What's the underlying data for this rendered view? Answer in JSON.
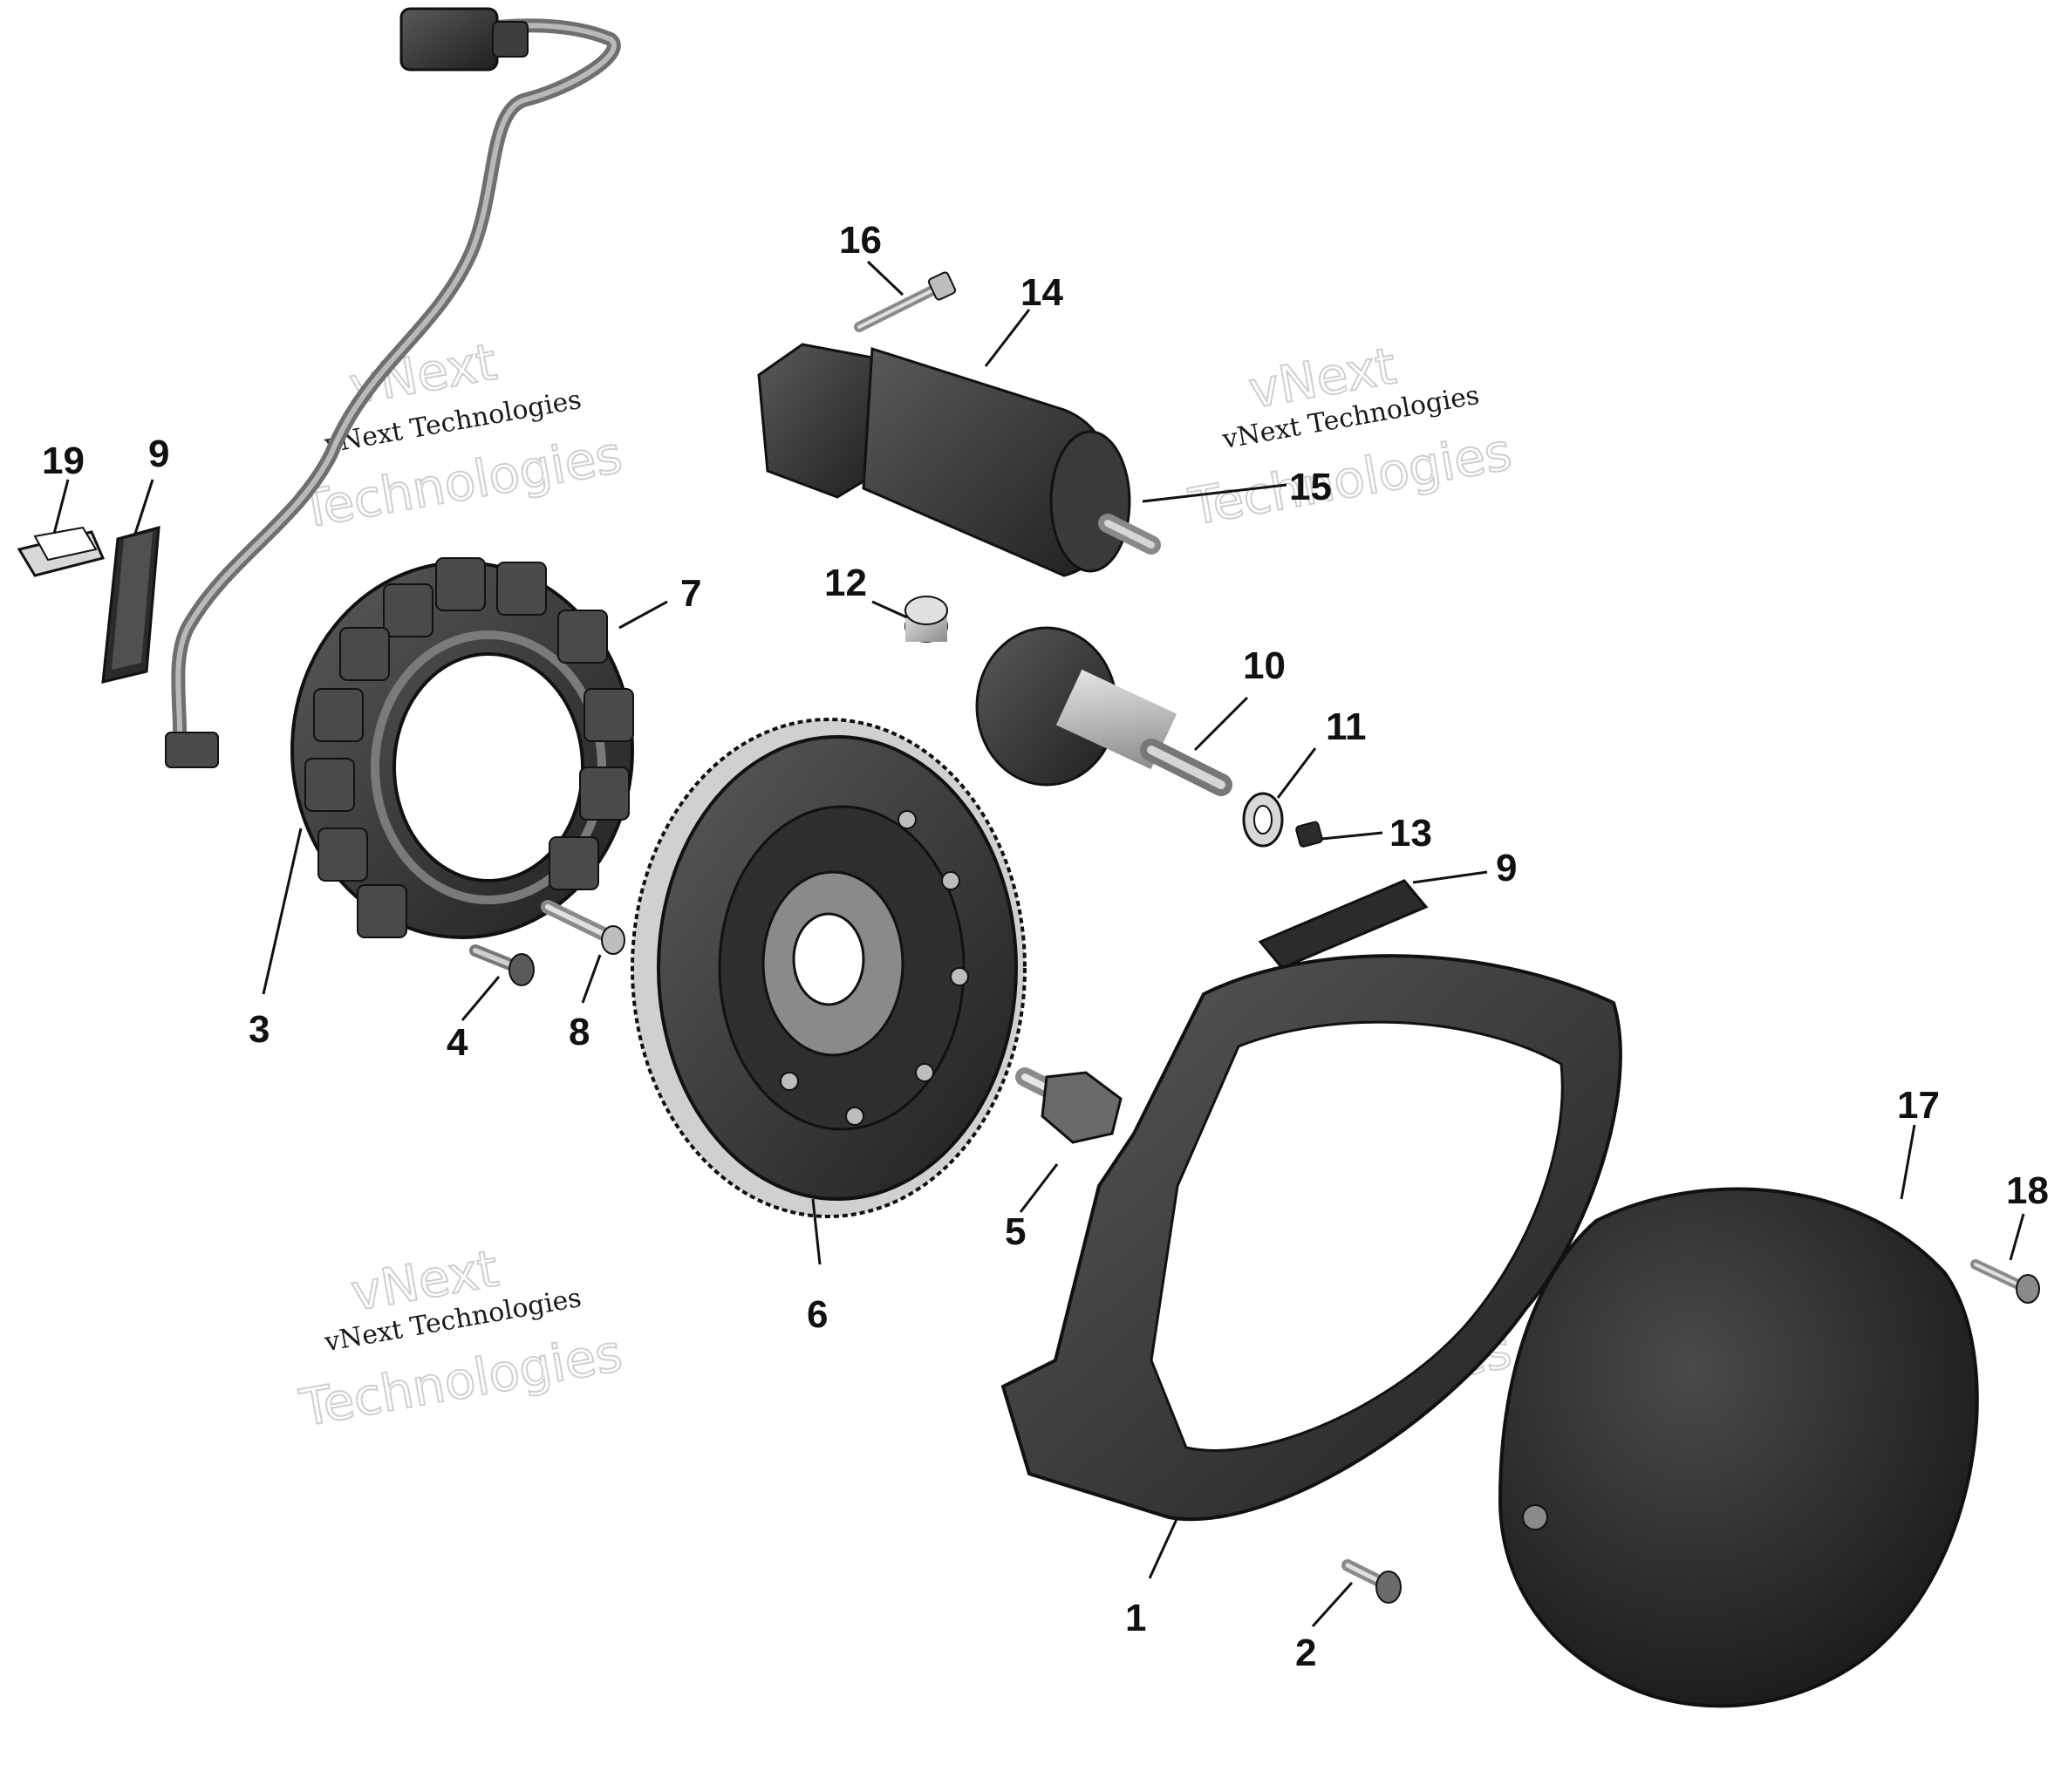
{
  "callouts": [
    {
      "id": "1",
      "label": "1"
    },
    {
      "id": "2",
      "label": "2"
    },
    {
      "id": "3",
      "label": "3"
    },
    {
      "id": "4",
      "label": "4"
    },
    {
      "id": "5",
      "label": "5"
    },
    {
      "id": "6",
      "label": "6"
    },
    {
      "id": "7",
      "label": "7"
    },
    {
      "id": "8",
      "label": "8"
    },
    {
      "id": "9a",
      "label": "9"
    },
    {
      "id": "9b",
      "label": "9"
    },
    {
      "id": "10",
      "label": "10"
    },
    {
      "id": "11",
      "label": "11"
    },
    {
      "id": "12",
      "label": "12"
    },
    {
      "id": "13",
      "label": "13"
    },
    {
      "id": "14",
      "label": "14"
    },
    {
      "id": "15",
      "label": "15"
    },
    {
      "id": "16",
      "label": "16"
    },
    {
      "id": "17",
      "label": "17"
    },
    {
      "id": "18",
      "label": "18"
    },
    {
      "id": "19",
      "label": "19"
    }
  ],
  "watermark": {
    "line_small": "vNext Technologies",
    "line_big_1": "vNext",
    "line_big_2": "Technologies"
  },
  "colors": {
    "part_dark": "#3a3a3a",
    "part_mid": "#6b6b6b",
    "part_light": "#a9a9a9",
    "callout": "#111111"
  }
}
